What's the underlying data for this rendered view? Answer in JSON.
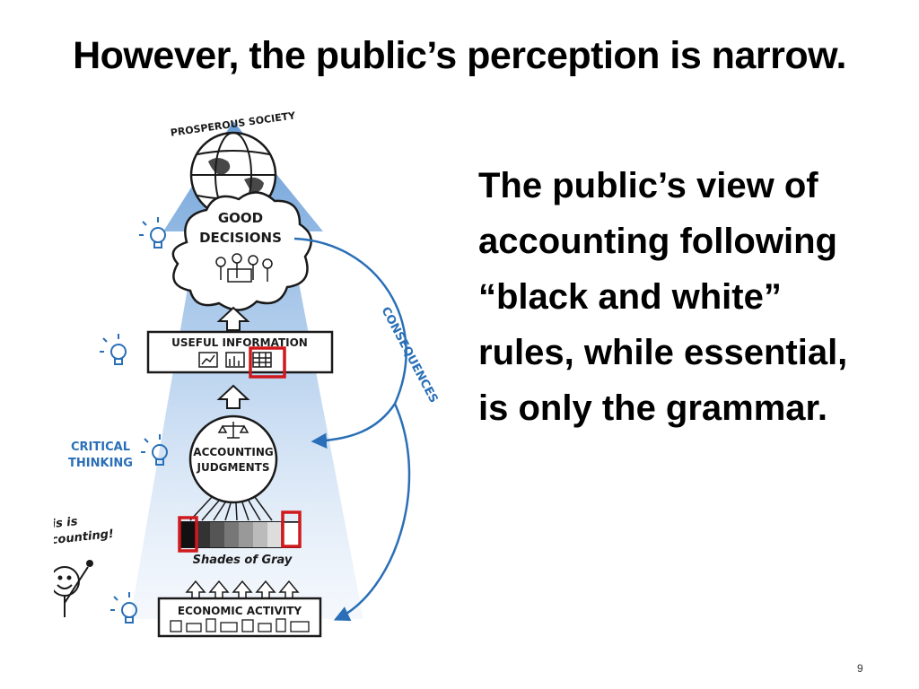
{
  "slide": {
    "title": "However, the public’s perception is narrow.",
    "body_lines": [
      "The public’s view of",
      "accounting following",
      "“black and white”",
      "rules, while essential,",
      "is only the grammar."
    ],
    "page_number": "9"
  },
  "diagram": {
    "prosperous_society": "PROSPEROUS SOCIETY",
    "good_decisions_line1": "GOOD",
    "good_decisions_line2": "DECISIONS",
    "useful_information": "USEFUL INFORMATION",
    "accounting_judgments_line1": "ACCOUNTING",
    "accounting_judgments_line2": "JUDGMENTS",
    "shades_of_gray": "Shades of Gray",
    "economic_activity": "ECONOMIC ACTIVITY",
    "critical_thinking_line1": "CRITICAL",
    "critical_thinking_line2": "THINKING",
    "consequences": "CONSEQUENCES",
    "this_is_accounting_line1": "This is",
    "this_is_accounting_line2": "Accounting!",
    "colors": {
      "arrow_blue": "#5f97d4",
      "accent_blue": "#2a6fb7",
      "highlight_red": "#d0191c",
      "ink": "#1a1a1a"
    }
  }
}
